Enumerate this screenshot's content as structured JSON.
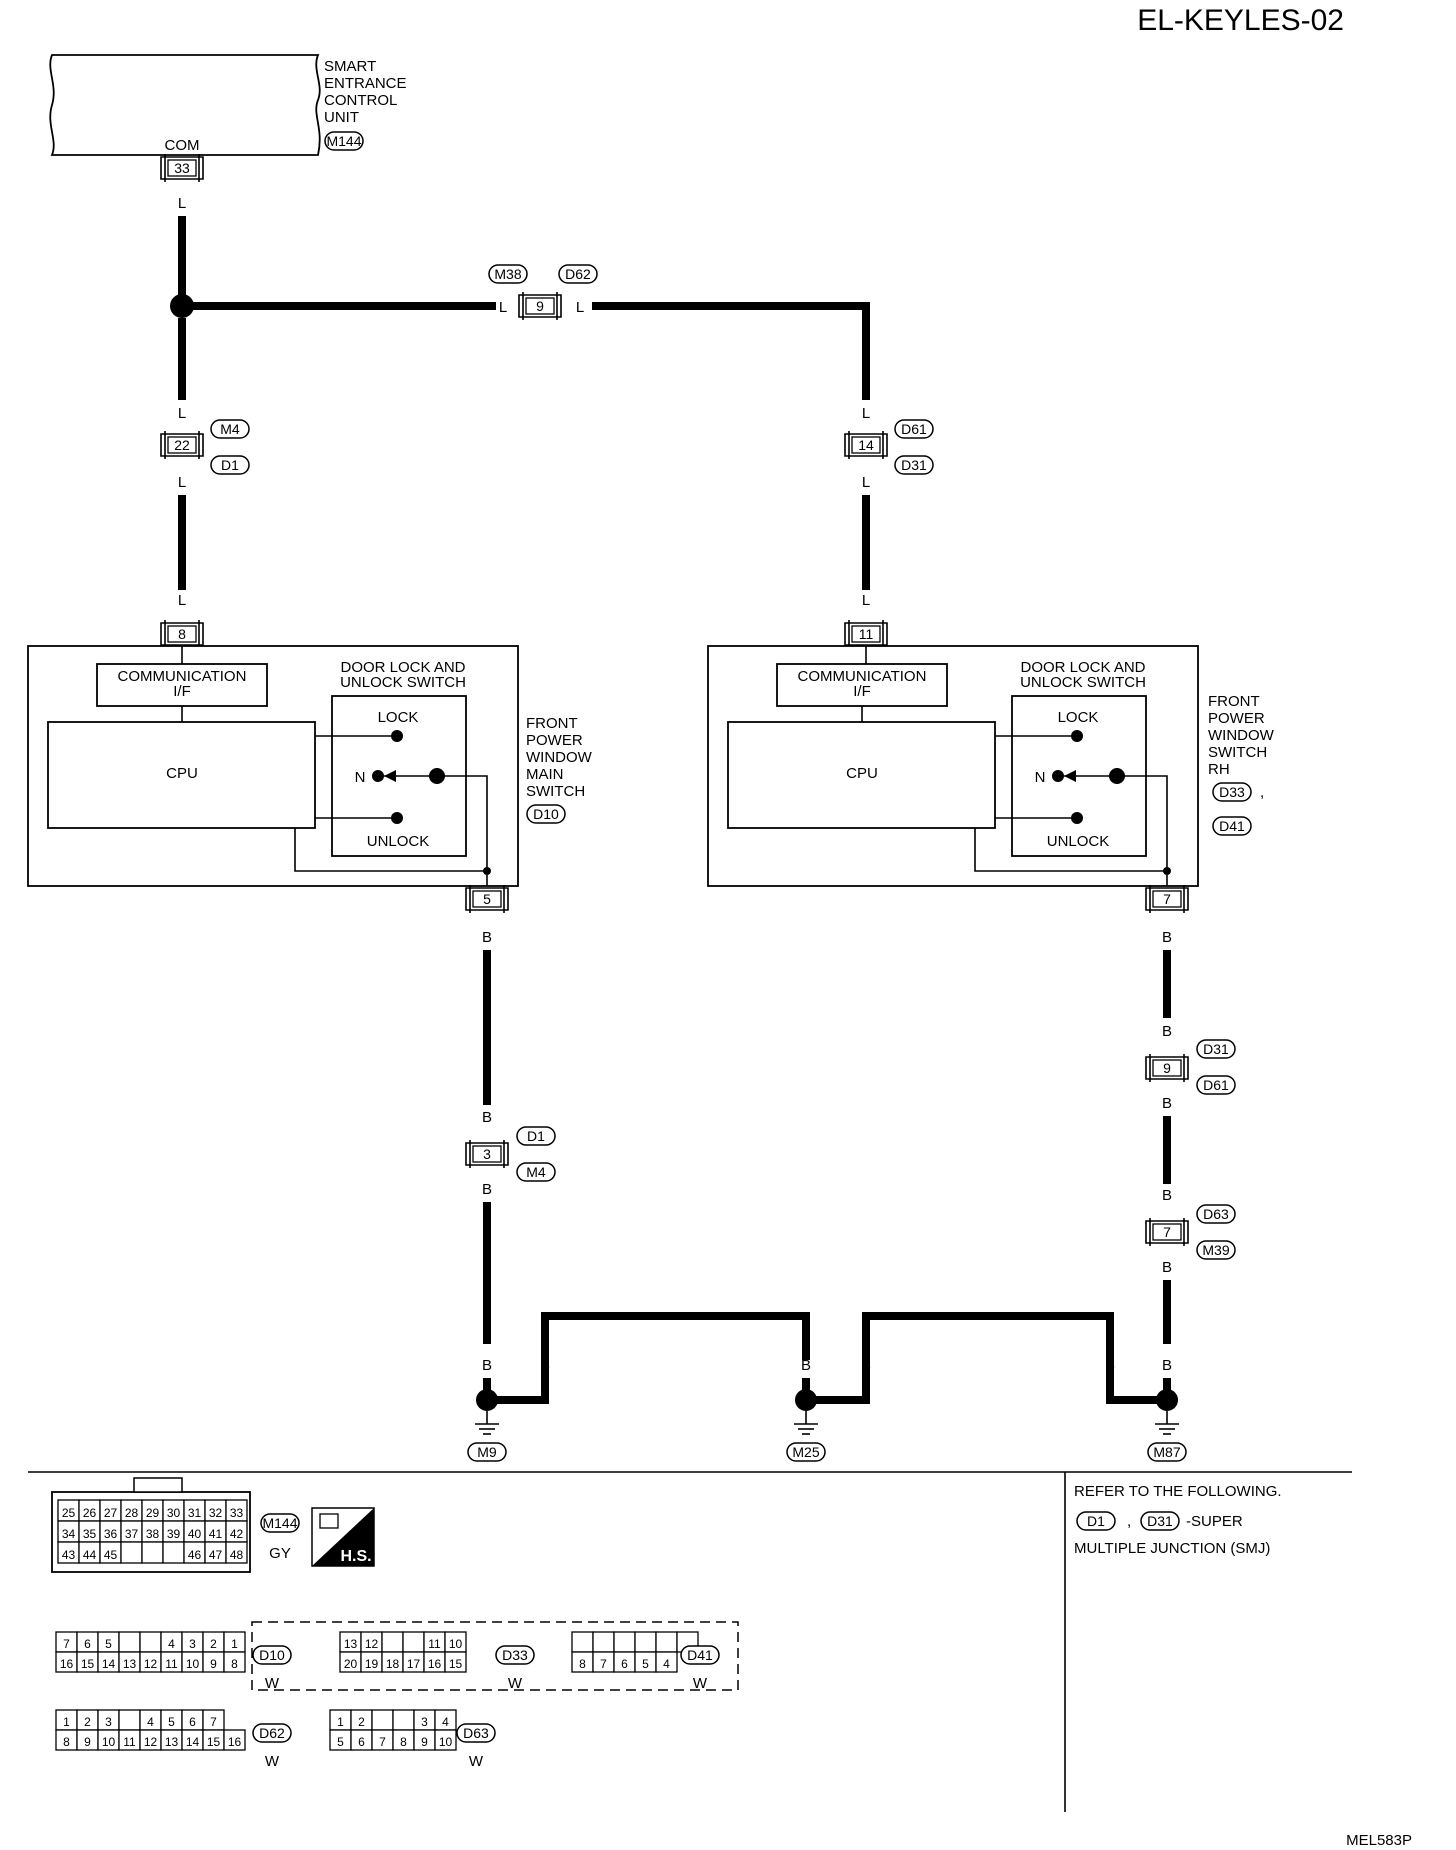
{
  "header": {
    "page_id": "EL-KEYLES-02",
    "figure_id": "MEL583P"
  },
  "unit": {
    "name": "SMART\nENTRANCE\nCONTROL\nUNIT",
    "connector": "M144",
    "terminal": "COM",
    "pin": "33",
    "wire_color": "L"
  },
  "junction_top": {
    "left_conn": "M38",
    "right_conn": "D62",
    "pin": "9",
    "wire_color": "L"
  },
  "left_path": {
    "wire_color": "L",
    "junction": {
      "pin": "22",
      "upper": "M4",
      "lower": "D1"
    },
    "switch_pin": "8"
  },
  "right_path": {
    "wire_color": "L",
    "junction": {
      "pin": "14",
      "upper": "D61",
      "lower": "D31"
    },
    "switch_pin": "11"
  },
  "switch_main": {
    "name": "FRONT\nPOWER\nWINDOW\nMAIN\nSWITCH",
    "connectors": [
      "D10"
    ],
    "comm": "COMMUNICATION\nI/F",
    "cpu": "CPU",
    "door_sw": "DOOR LOCK AND\nUNLOCK SWITCH",
    "lock": "LOCK",
    "neutral": "N",
    "unlock": "UNLOCK",
    "ground_pin": "5"
  },
  "switch_rh": {
    "name": "FRONT\nPOWER\nWINDOW\nSWITCH\nRH",
    "connectors": [
      "D33",
      "D41"
    ],
    "comma": ",",
    "comm": "COMMUNICATION\nI/F",
    "cpu": "CPU",
    "door_sw": "DOOR LOCK AND\nUNLOCK SWITCH",
    "lock": "LOCK",
    "neutral": "N",
    "unlock": "UNLOCK",
    "ground_pin": "7"
  },
  "ground_wire_color": "B",
  "left_ground_junction": {
    "pin": "3",
    "upper": "D1",
    "lower": "M4"
  },
  "right_ground_junction1": {
    "pin": "9",
    "upper": "D31",
    "lower": "D61"
  },
  "right_ground_junction2": {
    "pin": "7",
    "upper": "D63",
    "lower": "M39"
  },
  "grounds": [
    "M9",
    "M25",
    "M87"
  ],
  "refer": {
    "text": "REFER TO THE FOLLOWING.",
    "conn1": "D1",
    "sep": ",",
    "conn2": "D31",
    "suffix": "-SUPER",
    "line2": "MULTIPLE JUNCTION (SMJ)"
  },
  "hs_badge": "H.S.",
  "connector_views": [
    {
      "id": "M144",
      "color": "GY",
      "rows": [
        [
          "25",
          "26",
          "27",
          "28",
          "29",
          "30",
          "31",
          "32",
          "33"
        ],
        [
          "34",
          "35",
          "36",
          "37",
          "38",
          "39",
          "40",
          "41",
          "42"
        ],
        [
          "43",
          "44",
          "45",
          "",
          "",
          "",
          "46",
          "47",
          "48"
        ]
      ]
    },
    {
      "id": "D10",
      "color": "W",
      "rows": [
        [
          "7",
          "6",
          "5",
          "",
          "",
          "4",
          "3",
          "2",
          "1"
        ],
        [
          "16",
          "15",
          "14",
          "13",
          "12",
          "11",
          "10",
          "9",
          "8"
        ]
      ]
    },
    {
      "id": "D33",
      "color": "W",
      "rows": [
        [
          "13",
          "12",
          "",
          "",
          "11",
          "10"
        ],
        [
          "20",
          "19",
          "18",
          "17",
          "16",
          "15"
        ]
      ]
    },
    {
      "id": "D41",
      "color": "W",
      "rows": [
        [
          "",
          "",
          "",
          "",
          "",
          ""
        ],
        [
          "8",
          "7",
          "6",
          "5",
          "4"
        ]
      ]
    },
    {
      "id": "D62",
      "color": "W",
      "rows": [
        [
          "1",
          "2",
          "3",
          "",
          "4",
          "5",
          "6",
          "7"
        ],
        [
          "8",
          "9",
          "10",
          "11",
          "12",
          "13",
          "14",
          "15",
          "16"
        ]
      ]
    },
    {
      "id": "D63",
      "color": "W",
      "rows": [
        [
          "1",
          "2",
          "",
          "",
          "3",
          "4"
        ],
        [
          "5",
          "6",
          "7",
          "8",
          "9",
          "10"
        ]
      ]
    }
  ]
}
